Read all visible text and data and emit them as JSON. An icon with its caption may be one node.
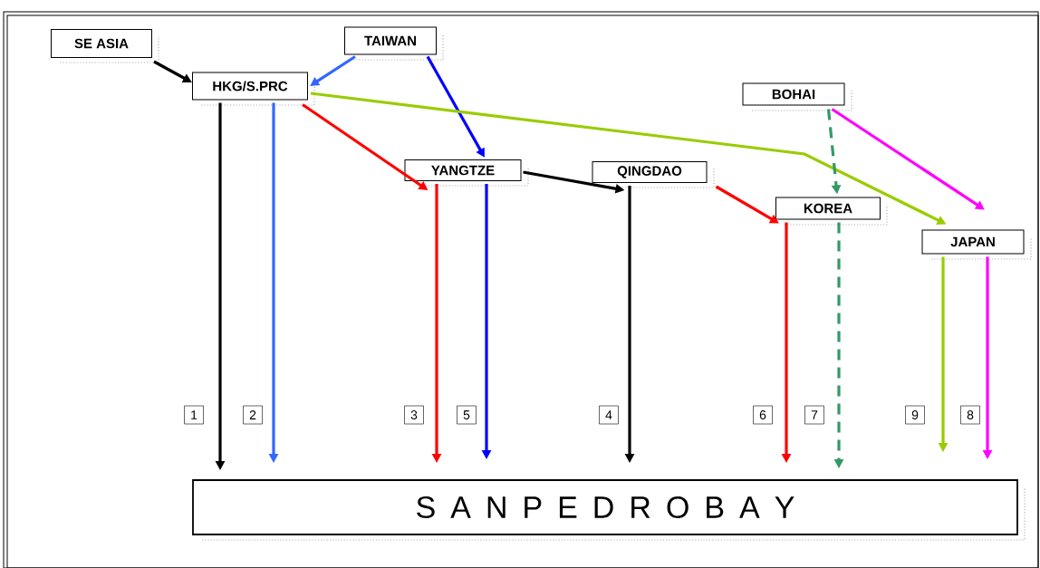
{
  "diagram": {
    "nodes": [
      {
        "text": [
          "SE ASIA"
        ]
      },
      {
        "text": [
          "TAIWAN"
        ]
      },
      {
        "text": [
          "HKG/S.PRC"
        ]
      },
      {
        "text": [
          "BOHAI"
        ]
      },
      {
        "text": [
          "YANGTZE"
        ]
      },
      {
        "text": [
          "QINGDAO"
        ]
      },
      {
        "text": [
          "KOREA"
        ]
      },
      {
        "text": [
          "JAPAN"
        ]
      },
      {
        "text": [
          "S A N P E D R O B A Y"
        ]
      }
    ],
    "edges": [
      {
        "from": 0,
        "to": 2,
        "arrow": "to"
      },
      {
        "from": 1,
        "to": 2,
        "arrow": "to",
        "color": "#3366ff"
      },
      {
        "from": 1,
        "to": 4,
        "arrow": "to",
        "color": "#0000ff"
      },
      {
        "from": 2,
        "to": 4,
        "arrow": "to",
        "color": "#ff0000"
      },
      {
        "from": 2,
        "to": 7,
        "arrow": "to",
        "color": "#99cc00"
      },
      {
        "from": 3,
        "to": 6,
        "arrow": "to",
        "style": "dashed",
        "color": "#339966"
      },
      {
        "from": 3,
        "to": 7,
        "arrow": "to",
        "color": "#ff00ff"
      },
      {
        "from": 4,
        "to": 5,
        "arrow": "to"
      },
      {
        "from": 5,
        "to": 6,
        "arrow": "to",
        "color": "#ff0000"
      },
      {
        "from": 2,
        "to": 8,
        "arrow": "to"
      },
      {
        "from": 2,
        "to": 8,
        "arrow": "to",
        "color": "#3366ff"
      },
      {
        "from": 4,
        "to": 8,
        "arrow": "to",
        "color": "#ff0000"
      },
      {
        "from": 4,
        "to": 8,
        "arrow": "to",
        "color": "#0000ff"
      },
      {
        "from": 5,
        "to": 8,
        "arrow": "to"
      },
      {
        "from": 6,
        "to": 8,
        "arrow": "to",
        "color": "#ff0000"
      },
      {
        "from": 6,
        "to": 8,
        "arrow": "to",
        "style": "dashed",
        "color": "#339966"
      },
      {
        "from": 7,
        "to": 8,
        "arrow": "to",
        "color": "#99cc00"
      },
      {
        "from": 7,
        "to": 8,
        "arrow": "to",
        "color": "#ff00ff"
      }
    ],
    "labels": [
      "1",
      "2",
      "3",
      "5",
      "4",
      "6",
      "7",
      "9",
      "8"
    ]
  }
}
